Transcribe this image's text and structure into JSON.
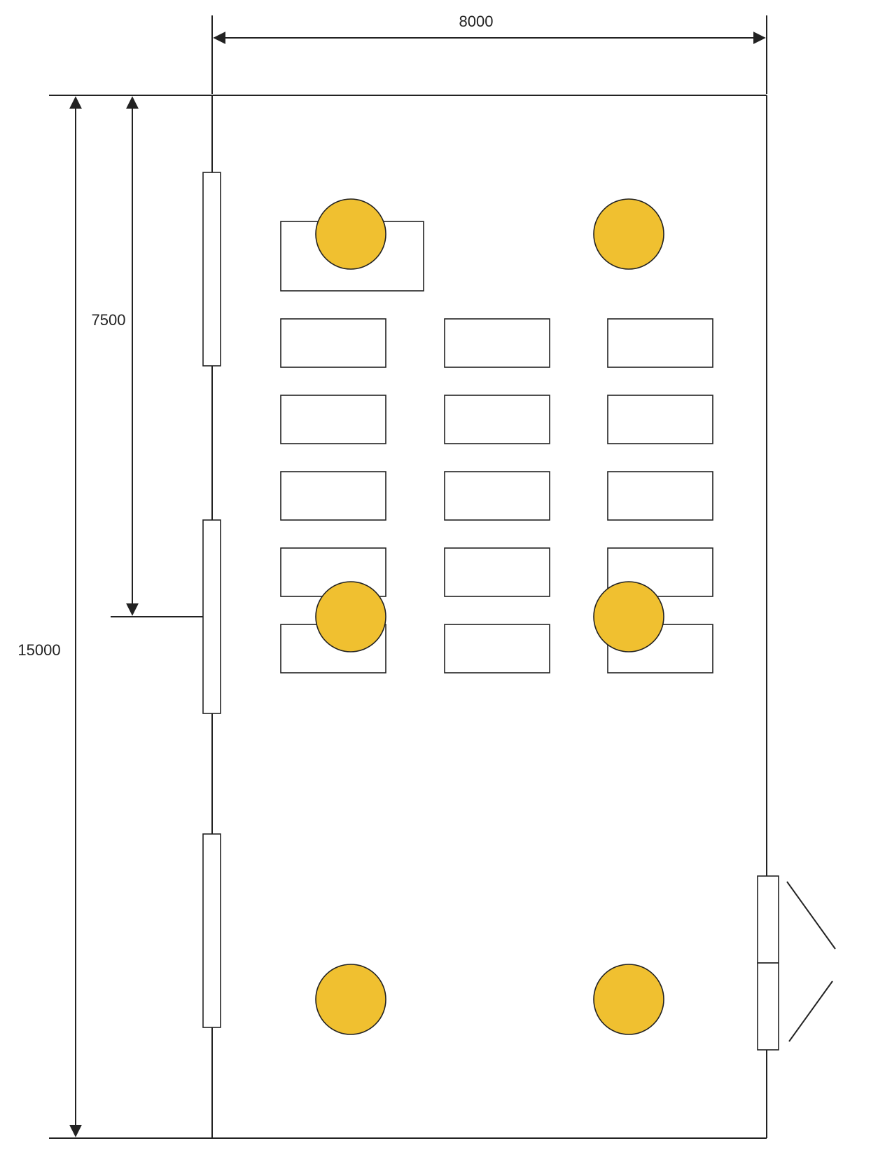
{
  "dimensions": {
    "width_label": "8000",
    "height_label": "15000",
    "half_height_label": "7500"
  },
  "colors": {
    "stroke": "#222222",
    "lamp_fill": "#F0C030",
    "background": "#ffffff"
  },
  "room": {
    "desk_rows": 5,
    "desk_columns": 3,
    "lamp_count": 6,
    "left_windows": 3,
    "door": "double-door-right"
  }
}
